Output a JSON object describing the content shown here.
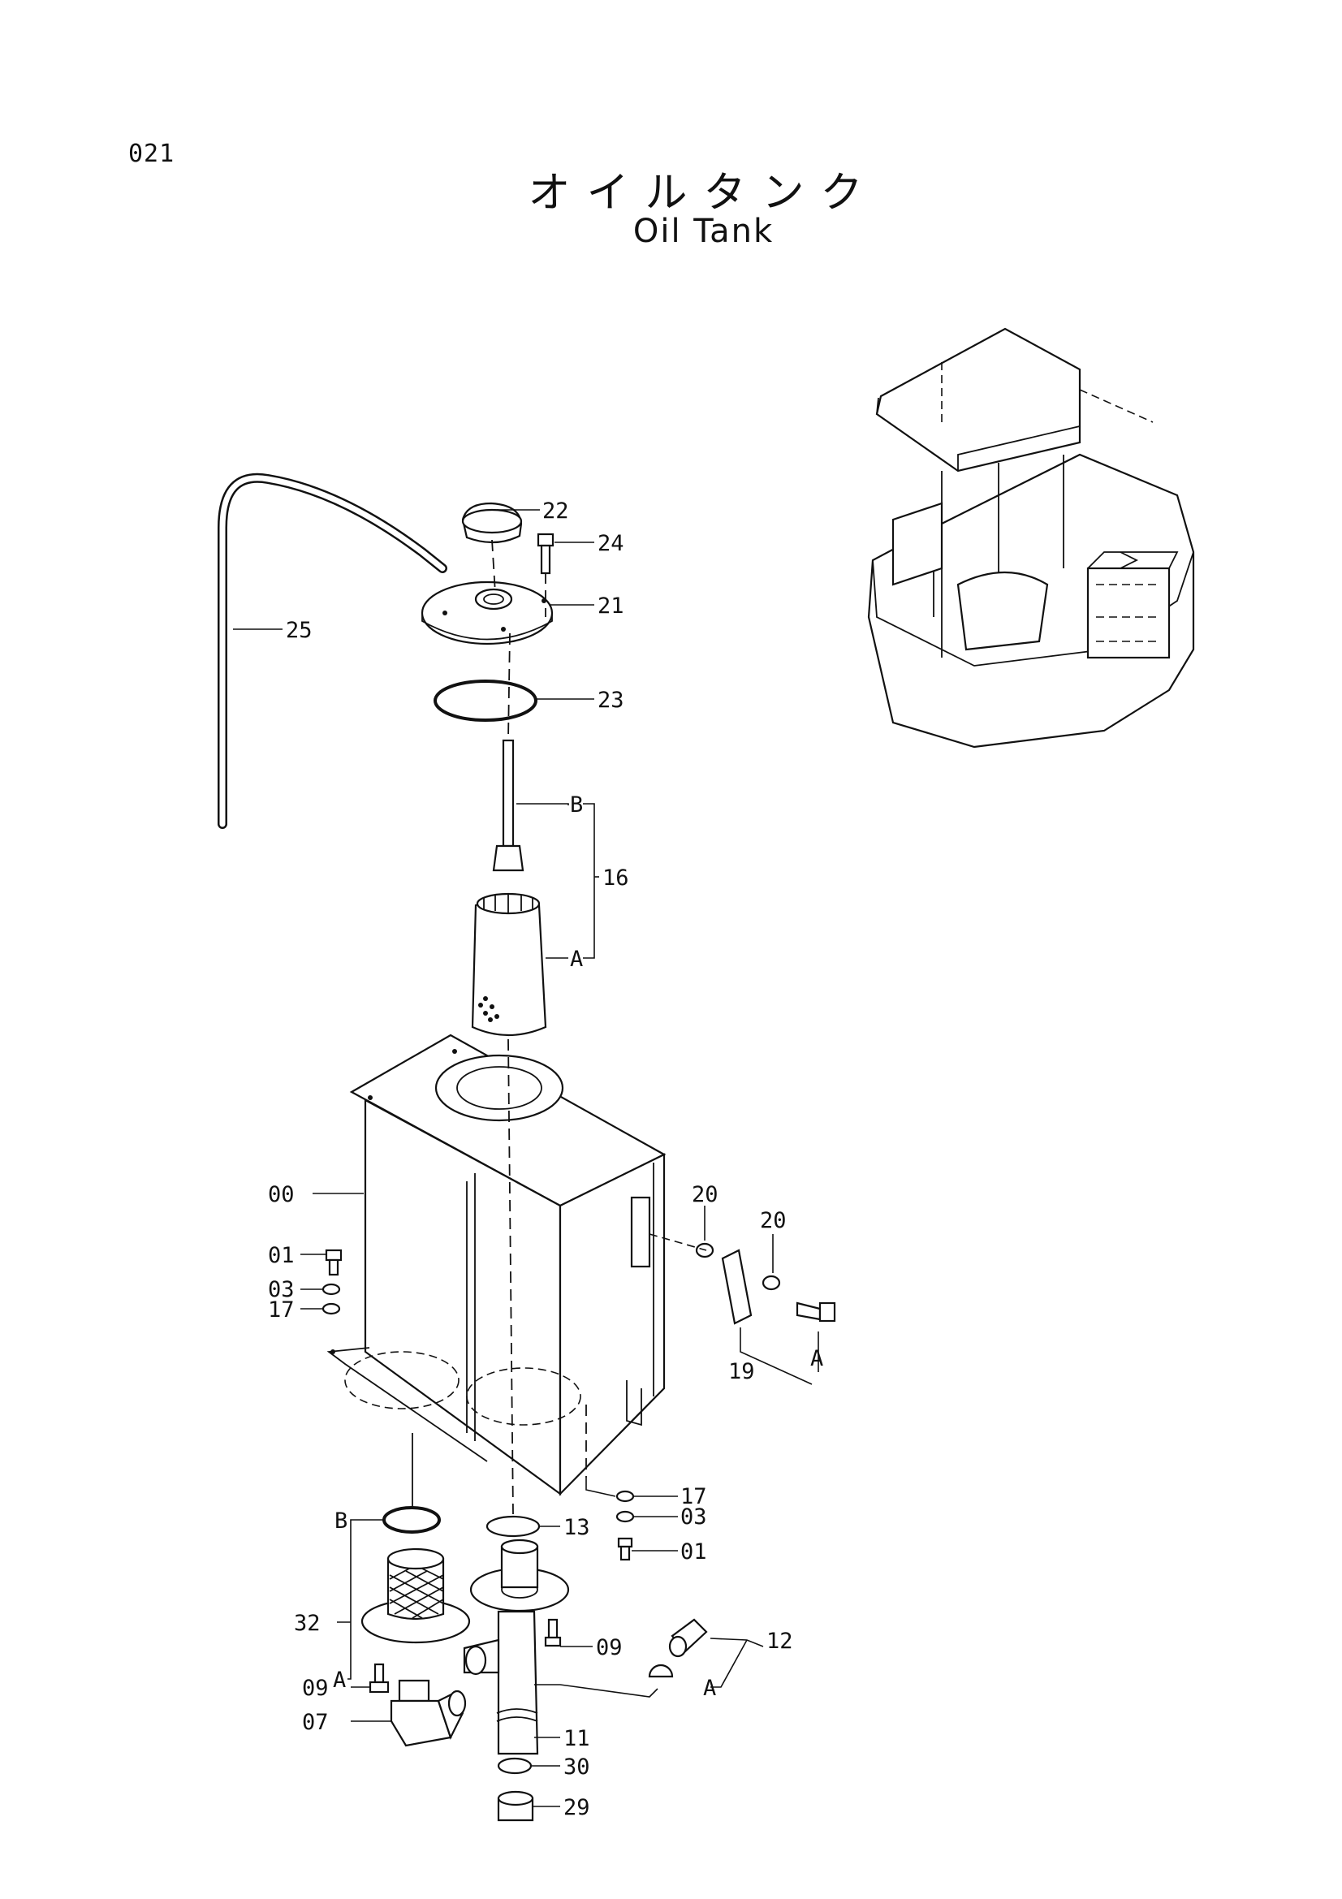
{
  "header": {
    "page_number": "021",
    "title_ja": "オイルタンク",
    "title_en": "Oil Tank"
  },
  "callouts": [
    {
      "id": "c22",
      "text": "22"
    },
    {
      "id": "c24",
      "text": "24"
    },
    {
      "id": "c21",
      "text": "21"
    },
    {
      "id": "c25",
      "text": "25"
    },
    {
      "id": "c23",
      "text": "23"
    },
    {
      "id": "cB1",
      "text": "B"
    },
    {
      "id": "c16",
      "text": "16"
    },
    {
      "id": "cA1",
      "text": "A"
    },
    {
      "id": "c00",
      "text": "00"
    },
    {
      "id": "c01a",
      "text": "01"
    },
    {
      "id": "c03a",
      "text": "03"
    },
    {
      "id": "c17a",
      "text": "17"
    },
    {
      "id": "c20a",
      "text": "20"
    },
    {
      "id": "c20b",
      "text": "20"
    },
    {
      "id": "c19",
      "text": "19"
    },
    {
      "id": "cA2",
      "text": "A"
    },
    {
      "id": "c17b",
      "text": "17"
    },
    {
      "id": "c03b",
      "text": "03"
    },
    {
      "id": "c13",
      "text": "13"
    },
    {
      "id": "c01b",
      "text": "01"
    },
    {
      "id": "cB2",
      "text": "B"
    },
    {
      "id": "c32",
      "text": "32"
    },
    {
      "id": "cA3",
      "text": "A"
    },
    {
      "id": "c09a",
      "text": "09"
    },
    {
      "id": "c09b",
      "text": "09"
    },
    {
      "id": "c12",
      "text": "12"
    },
    {
      "id": "cA4",
      "text": "A"
    },
    {
      "id": "c07",
      "text": "07"
    },
    {
      "id": "c11",
      "text": "11"
    },
    {
      "id": "c30",
      "text": "30"
    },
    {
      "id": "c29",
      "text": "29"
    }
  ]
}
